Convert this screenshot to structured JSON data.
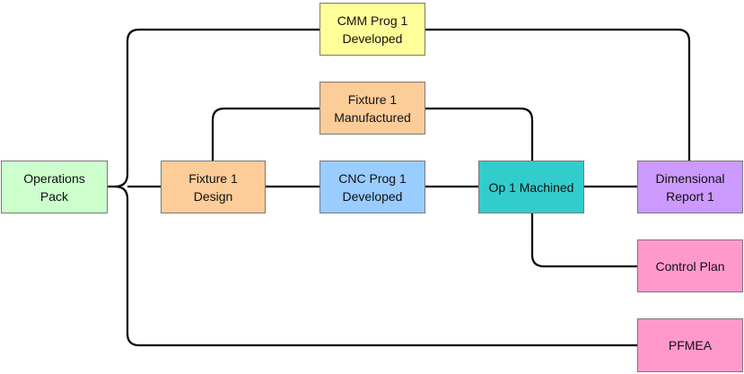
{
  "diagram": {
    "nodes": {
      "operations_pack": {
        "label": "Operations\nPack",
        "color": "#ccffcc"
      },
      "cmm_prog": {
        "label": "CMM Prog 1\nDeveloped",
        "color": "#ffff99"
      },
      "fixture_manufactured": {
        "label": "Fixture 1\nManufactured",
        "color": "#fccc99"
      },
      "fixture_design": {
        "label": "Fixture 1\nDesign",
        "color": "#fccc99"
      },
      "cnc_prog": {
        "label": "CNC Prog 1\nDeveloped",
        "color": "#99ccff"
      },
      "op1_machined": {
        "label": "Op 1 Machined",
        "color": "#33cccc"
      },
      "dimensional_report": {
        "label": "Dimensional\nReport 1",
        "color": "#cc99ff"
      },
      "control_plan": {
        "label": "Control Plan",
        "color": "#ff99cc"
      },
      "pfmea": {
        "label": "PFMEA",
        "color": "#ff99cc"
      }
    },
    "connector_color": "#000000"
  }
}
